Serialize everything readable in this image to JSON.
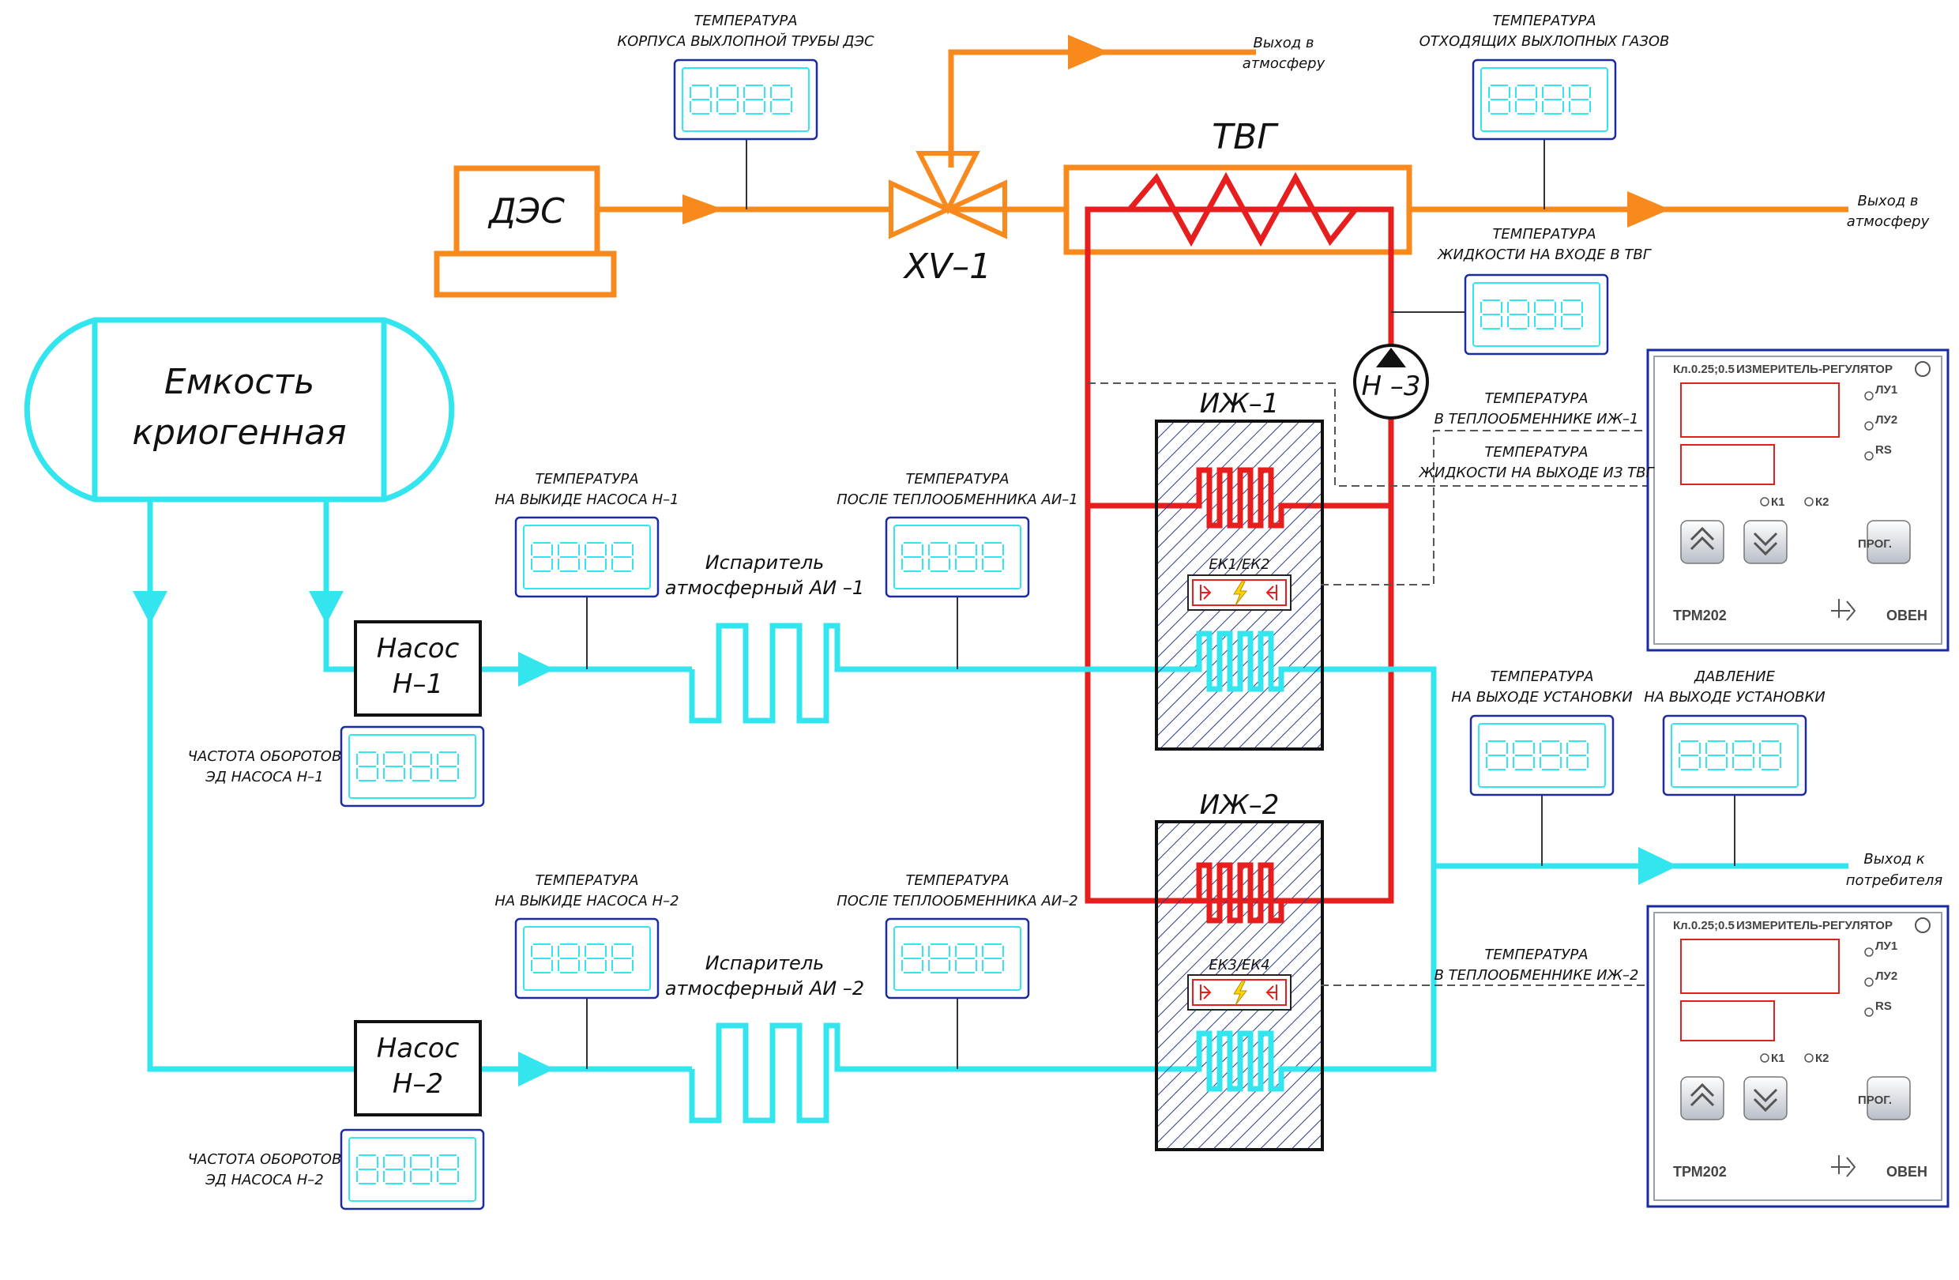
{
  "colors": {
    "cryo": "#33e5ee",
    "hot": "#e61e1e",
    "exhaust": "#f7891d",
    "frame": "#1a2aa0"
  },
  "equipment": {
    "des": "ДЭС",
    "xv1": "XV–1",
    "tvg": "ТВГ",
    "n3": "Н –3",
    "tank_1": "Емкость",
    "tank_2": "криогенная",
    "pump1_1": "Насос",
    "pump1_2": "Н–1",
    "pump2_1": "Насос",
    "pump2_2": "Н–2",
    "evap1_1": "Испаритель",
    "evap1_2": "атмосферный АИ –1",
    "evap2_1": "Испаритель",
    "evap2_2": "атмосферный АИ –2",
    "izh1": "ИЖ–1",
    "izh2": "ИЖ–2",
    "ek1": "ЕК1/ЕК2",
    "ek2": "ЕК3/ЕК4"
  },
  "outlets": {
    "atm1_1": "Выход в",
    "atm1_2": "атмосферу",
    "atm2_1": "Выход в",
    "atm2_2": "атмосферу",
    "cons_1": "Выход к",
    "cons_2": "потребителя"
  },
  "sensors": {
    "s1_1": "ТЕМПЕРАТУРА",
    "s1_2": "КОРПУСА ВЫХЛОПНОЙ ТРУБЫ ДЭС",
    "s2_1": "ТЕМПЕРАТУРА",
    "s2_2": "ОТХОДЯЩИХ ВЫХЛОПНЫХ ГАЗОВ",
    "s3_1": "ТЕМПЕРАТУРА",
    "s3_2": "ЖИДКОСТИ НА ВХОДЕ В ТВГ",
    "s4_1": "ТЕМПЕРАТУРА",
    "s4_2": "В ТЕПЛООБМЕННИКЕ ИЖ–1",
    "s5_1": "ТЕМПЕРАТУРА",
    "s5_2": "ЖИДКОСТИ НА ВЫХОДЕ ИЗ ТВГ",
    "s6_1": "ТЕМПЕРАТУРА",
    "s6_2": "НА ВЫКИДЕ НАСОСА Н–1",
    "s7_1": "ТЕМПЕРАТУРА",
    "s7_2": "ПОСЛЕ ТЕПЛООБМЕННИКА АИ–1",
    "s8_1": "ТЕМПЕРАТУРА",
    "s8_2": "НА ВЫХОДЕ УСТАНОВКИ",
    "s9_1": "ДАВЛЕНИЕ",
    "s9_2": "НА ВЫХОДЕ УСТАНОВКИ",
    "s10_1": "ЧАСТОТА ОБОРОТОВ",
    "s10_2": "ЭД НАСОСА Н–1",
    "s11_1": "ТЕМПЕРАТУРА",
    "s11_2": "НА ВЫКИДЕ НАСОСА Н–2",
    "s12_1": "ТЕМПЕРАТУРА",
    "s12_2": "ПОСЛЕ ТЕПЛООБМЕННИКА АИ–2",
    "s13_1": "ТЕМПЕРАТУРА",
    "s13_2": "В ТЕПЛООБМЕННИКЕ ИЖ–2",
    "s14_1": "ЧАСТОТА ОБОРОТОВ",
    "s14_2": "ЭД НАСОСА Н–2"
  },
  "controller": {
    "class": "Кл.0.25;0.5",
    "title": "ИЗМЕРИТЕЛЬ-РЕГУЛЯТОР",
    "lu1": "ЛУ1",
    "lu2": "ЛУ2",
    "rs": "RS",
    "k1": "К1",
    "k2": "К2",
    "prog": "ПРОГ.",
    "model": "ТРМ202",
    "brand": "ОВЕН"
  }
}
